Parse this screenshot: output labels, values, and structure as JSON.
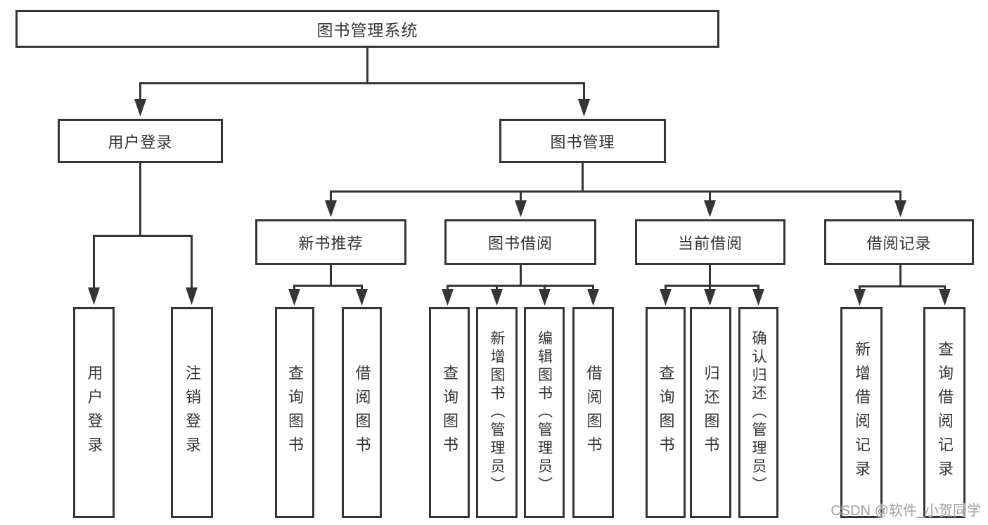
{
  "tree": {
    "label": "图书管理系统",
    "children": [
      {
        "label": "用户登录",
        "children": [
          {
            "label": "用户登录"
          },
          {
            "label": "注销登录"
          }
        ]
      },
      {
        "label": "图书管理",
        "children": [
          {
            "label": "新书推荐",
            "children": [
              {
                "label": "查询图书"
              },
              {
                "label": "借阅图书"
              }
            ]
          },
          {
            "label": "图书借阅",
            "children": [
              {
                "label": "查询图书"
              },
              {
                "label": "新增图书（管理员）"
              },
              {
                "label": "编辑图书（管理员）"
              },
              {
                "label": "借阅图书"
              }
            ]
          },
          {
            "label": "当前借阅",
            "children": [
              {
                "label": "查询图书"
              },
              {
                "label": "归还图书"
              },
              {
                "label": "确认归还（管理员）"
              }
            ]
          },
          {
            "label": "借阅记录",
            "children": [
              {
                "label": "新增借阅记录"
              },
              {
                "label": "查询借阅记录"
              }
            ]
          }
        ]
      }
    ]
  },
  "watermark": {
    "text": "CSDN @软件_小贺同学"
  },
  "colors": {
    "line": "#343538",
    "box_border": "#343538",
    "box_fill": "#ffffff",
    "text": "#333436",
    "watermark": "#9ba1a7"
  }
}
